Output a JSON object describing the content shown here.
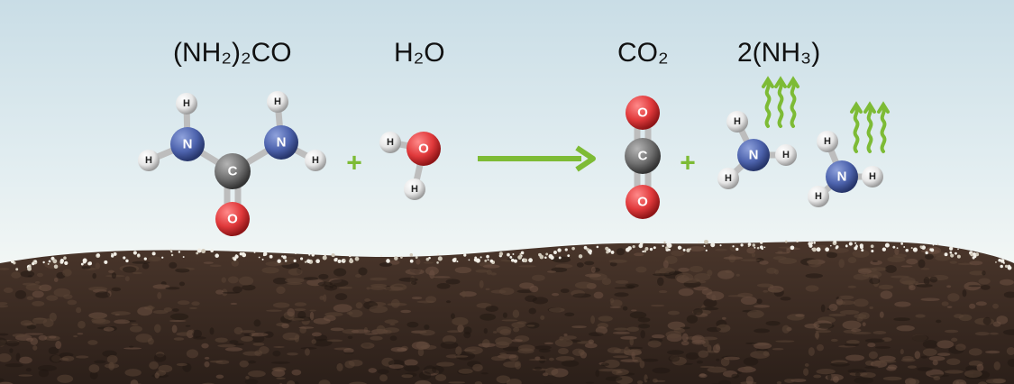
{
  "formulas": {
    "urea": "(NH₂)₂CO",
    "water": "H₂O",
    "carbon_dioxide": "CO₂",
    "ammonia": "2(NH₃)"
  },
  "operators": {
    "plus": "+"
  },
  "atoms": {
    "H": "H",
    "N": "N",
    "C": "C",
    "O": "O"
  },
  "colors": {
    "accent_green": "#7dbb35",
    "nitrogen": "#4d63ad",
    "oxygen": "#e0393b",
    "carbon": "#707070",
    "hydrogen": "#ececec",
    "soil": "#3a2a22"
  }
}
